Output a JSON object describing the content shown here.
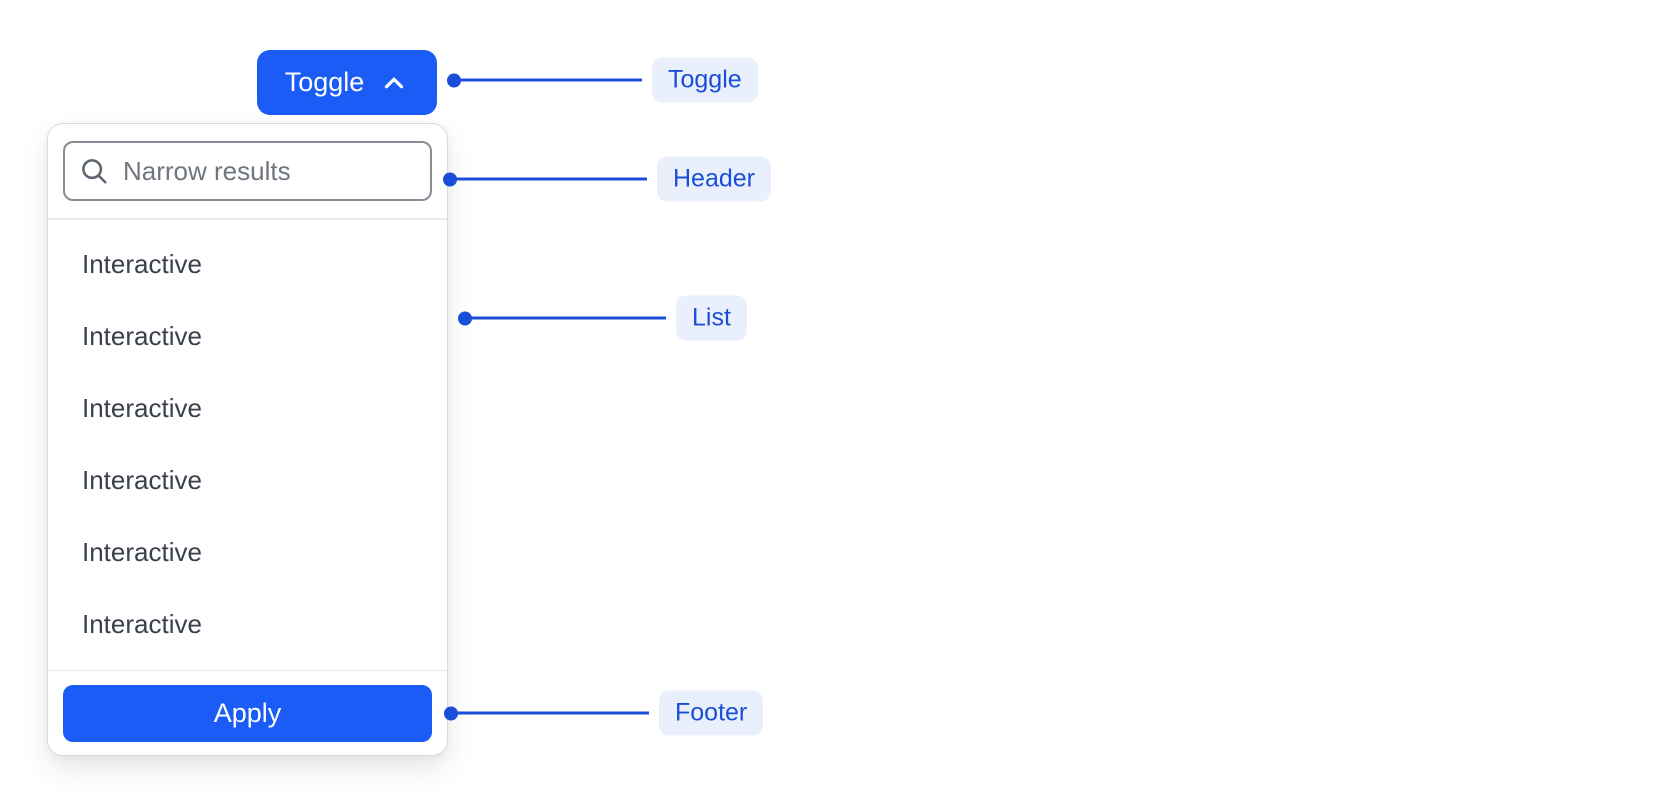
{
  "toggle_button": {
    "label": "Toggle"
  },
  "dropdown": {
    "search_placeholder": "Narrow results",
    "items": [
      "Interactive",
      "Interactive",
      "Interactive",
      "Interactive",
      "Interactive",
      "Interactive"
    ],
    "apply_label": "Apply"
  },
  "annotations": {
    "toggle": "Toggle",
    "header": "Header",
    "list": "List",
    "footer": "Footer"
  },
  "colors": {
    "primary_blue": "#1a5cf5",
    "annotation_blue": "#1b4ed8",
    "annotation_pill_bg": "#e9f0fc",
    "panel_border": "#d8dbdf",
    "search_border": "#868d96",
    "item_text": "#3a414d",
    "placeholder_text": "#70767f"
  }
}
